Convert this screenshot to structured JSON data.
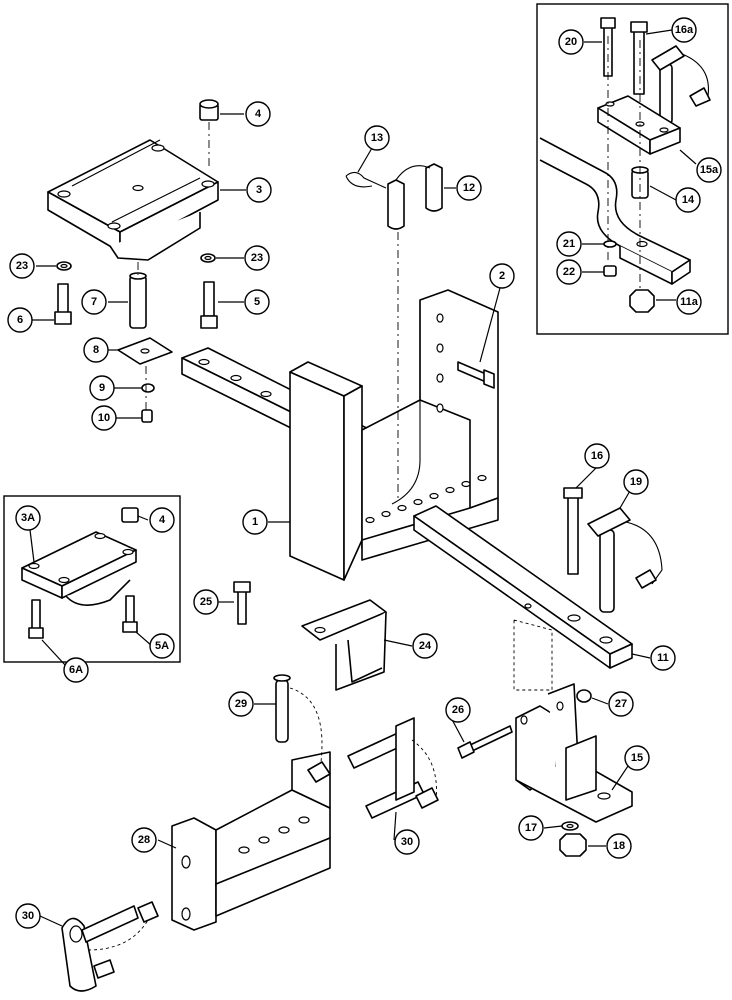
{
  "callouts": [
    {
      "label": "4"
    },
    {
      "label": "3"
    },
    {
      "label": "23"
    },
    {
      "label": "23"
    },
    {
      "label": "7"
    },
    {
      "label": "6"
    },
    {
      "label": "5"
    },
    {
      "label": "8"
    },
    {
      "label": "9"
    },
    {
      "label": "10"
    },
    {
      "label": "13"
    },
    {
      "label": "12"
    },
    {
      "label": "2"
    },
    {
      "label": "20"
    },
    {
      "label": "16a"
    },
    {
      "label": "15a"
    },
    {
      "label": "14"
    },
    {
      "label": "21"
    },
    {
      "label": "22"
    },
    {
      "label": "11a"
    },
    {
      "label": "3A"
    },
    {
      "label": "4"
    },
    {
      "label": "5A"
    },
    {
      "label": "6A"
    },
    {
      "label": "1"
    },
    {
      "label": "16"
    },
    {
      "label": "19"
    },
    {
      "label": "25"
    },
    {
      "label": "24"
    },
    {
      "label": "11"
    },
    {
      "label": "26"
    },
    {
      "label": "27"
    },
    {
      "label": "29"
    },
    {
      "label": "15"
    },
    {
      "label": "17"
    },
    {
      "label": "18"
    },
    {
      "label": "28"
    },
    {
      "label": "30"
    },
    {
      "label": "30"
    }
  ]
}
